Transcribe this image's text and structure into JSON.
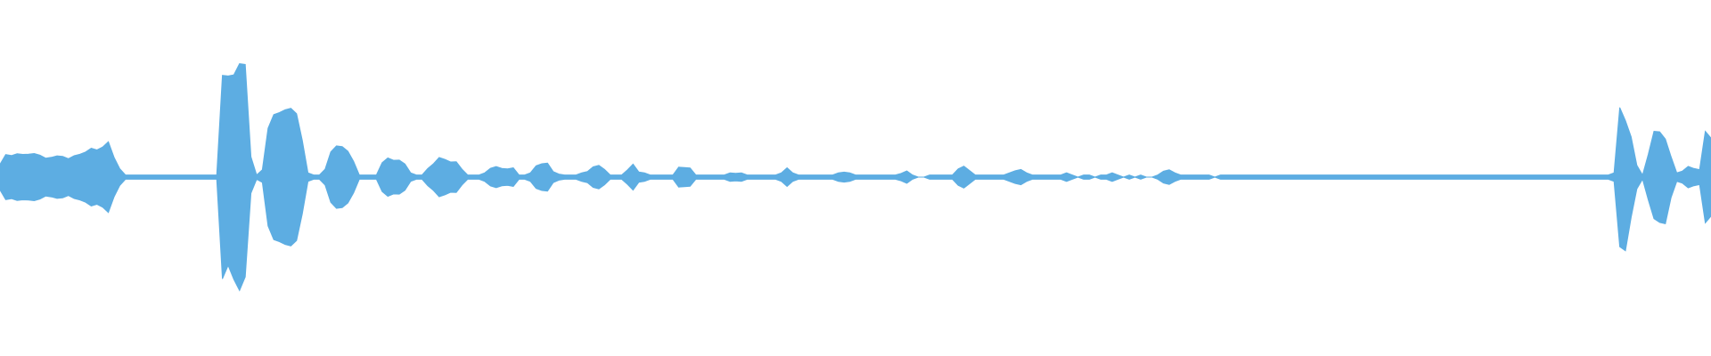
{
  "waveform": {
    "color": "#5dade2",
    "background": "#ffffff",
    "centerline_visible": true,
    "peaks": [
      [
        0.06,
        0.06
      ],
      [
        0.09,
        0.09
      ],
      [
        0.1,
        0.1
      ],
      [
        0.1,
        0.1
      ],
      [
        0.1,
        0.1
      ],
      [
        0.1,
        0.1
      ],
      [
        0.1,
        0.1
      ],
      [
        0.1,
        0.1
      ],
      [
        0.1,
        0.1
      ],
      [
        0.1,
        0.1
      ],
      [
        0.1,
        0.1
      ],
      [
        0.1,
        0.1
      ],
      [
        0.1,
        0.1
      ],
      [
        0.1,
        0.1
      ],
      [
        0.11,
        0.11
      ],
      [
        0.11,
        0.11
      ],
      [
        0.12,
        0.12
      ],
      [
        0.12,
        0.12
      ],
      [
        0.13,
        0.13
      ],
      [
        0.16,
        0.16
      ],
      [
        0.08,
        0.08
      ],
      [
        0.03,
        0.03
      ],
      [
        0.01,
        0.01
      ],
      [
        0.01,
        0.01
      ],
      [
        0.01,
        0.01
      ],
      [
        0.01,
        0.01
      ],
      [
        0.01,
        0.01
      ],
      [
        0.01,
        0.01
      ],
      [
        0.01,
        0.01
      ],
      [
        0.01,
        0.01
      ],
      [
        0.01,
        0.01
      ],
      [
        0.01,
        0.01
      ],
      [
        0.01,
        0.01
      ],
      [
        0.01,
        0.01
      ],
      [
        0.01,
        0.01
      ],
      [
        0.01,
        0.01
      ],
      [
        0.01,
        0.01
      ],
      [
        0.01,
        0.01
      ],
      [
        0.01,
        0.01
      ],
      [
        0.48,
        0.48
      ],
      [
        0.48,
        0.42
      ],
      [
        0.48,
        0.48
      ],
      [
        0.54,
        0.54
      ],
      [
        0.54,
        0.48
      ],
      [
        0.1,
        0.08
      ],
      [
        0.01,
        0.01
      ],
      [
        0.03,
        0.02
      ],
      [
        0.22,
        0.22
      ],
      [
        0.29,
        0.29
      ],
      [
        0.3,
        0.3
      ],
      [
        0.31,
        0.31
      ],
      [
        0.32,
        0.32
      ],
      [
        0.3,
        0.3
      ],
      [
        0.18,
        0.18
      ],
      [
        0.02,
        0.02
      ],
      [
        0.01,
        0.01
      ],
      [
        0.01,
        0.01
      ],
      [
        0.05,
        0.05
      ],
      [
        0.13,
        0.13
      ],
      [
        0.16,
        0.16
      ],
      [
        0.14,
        0.14
      ],
      [
        0.12,
        0.12
      ],
      [
        0.06,
        0.06
      ],
      [
        0.01,
        0.01
      ],
      [
        0.01,
        0.01
      ],
      [
        0.01,
        0.01
      ],
      [
        0.01,
        0.01
      ],
      [
        0.08,
        0.08
      ],
      [
        0.1,
        0.1
      ],
      [
        0.09,
        0.09
      ],
      [
        0.09,
        0.09
      ],
      [
        0.07,
        0.07
      ],
      [
        0.02,
        0.02
      ],
      [
        0.01,
        0.01
      ],
      [
        0.01,
        0.01
      ],
      [
        0.03,
        0.03
      ],
      [
        0.06,
        0.06
      ],
      [
        0.08,
        0.08
      ],
      [
        0.08,
        0.08
      ],
      [
        0.07,
        0.07
      ],
      [
        0.06,
        0.06
      ],
      [
        0.03,
        0.03
      ],
      [
        0.01,
        0.01
      ],
      [
        0.01,
        0.01
      ],
      [
        0.01,
        0.01
      ],
      [
        0.02,
        0.02
      ],
      [
        0.05,
        0.05
      ],
      [
        0.06,
        0.06
      ],
      [
        0.05,
        0.05
      ],
      [
        0.04,
        0.04
      ],
      [
        0.03,
        0.03
      ],
      [
        0.01,
        0.01
      ],
      [
        0.01,
        0.01
      ],
      [
        0.02,
        0.02
      ],
      [
        0.04,
        0.04
      ],
      [
        0.05,
        0.05
      ],
      [
        0.05,
        0.05
      ],
      [
        0.04,
        0.04
      ],
      [
        0.03,
        0.03
      ],
      [
        0.01,
        0.01
      ],
      [
        0.01,
        0.01
      ],
      [
        0.01,
        0.01
      ],
      [
        0.02,
        0.02
      ],
      [
        0.04,
        0.04
      ],
      [
        0.04,
        0.04
      ],
      [
        0.04,
        0.04
      ],
      [
        0.03,
        0.03
      ],
      [
        0.01,
        0.01
      ],
      [
        0.01,
        0.01
      ],
      [
        0.01,
        0.01
      ],
      [
        0.03,
        0.03
      ],
      [
        0.05,
        0.05
      ],
      [
        0.04,
        0.04
      ],
      [
        0.02,
        0.02
      ],
      [
        0.01,
        0.01
      ],
      [
        0.01,
        0.01
      ],
      [
        0.01,
        0.01
      ],
      [
        0.01,
        0.01
      ],
      [
        0.01,
        0.01
      ],
      [
        0.03,
        0.03
      ],
      [
        0.04,
        0.04
      ],
      [
        0.03,
        0.03
      ],
      [
        0.01,
        0.01
      ],
      [
        0.01,
        0.01
      ],
      [
        0.01,
        0.01
      ],
      [
        0.01,
        0.01
      ],
      [
        0.01,
        0.01
      ],
      [
        0.01,
        0.01
      ],
      [
        0.02,
        0.02
      ],
      [
        0.03,
        0.03
      ],
      [
        0.02,
        0.02
      ],
      [
        0.01,
        0.01
      ],
      [
        0.01,
        0.01
      ],
      [
        0.01,
        0.01
      ],
      [
        0.01,
        0.01
      ],
      [
        0.01,
        0.01
      ],
      [
        0.01,
        0.01
      ],
      [
        0.02,
        0.02
      ],
      [
        0.03,
        0.03
      ],
      [
        0.02,
        0.02
      ],
      [
        0.01,
        0.01
      ],
      [
        0.01,
        0.01
      ],
      [
        0.01,
        0.01
      ],
      [
        0.01,
        0.01
      ],
      [
        0.01,
        0.01
      ],
      [
        0.01,
        0.01
      ],
      [
        0.01,
        0.01
      ],
      [
        0.02,
        0.02
      ],
      [
        0.03,
        0.03
      ],
      [
        0.02,
        0.02
      ],
      [
        0.01,
        0.01
      ],
      [
        0.01,
        0.01
      ],
      [
        0.01,
        0.01
      ],
      [
        0.01,
        0.01
      ],
      [
        0.01,
        0.01
      ],
      [
        0.01,
        0.01
      ],
      [
        0.01,
        0.01
      ],
      [
        0.01,
        0.01
      ],
      [
        0.03,
        0.03
      ],
      [
        0.04,
        0.04
      ],
      [
        0.01,
        0.01
      ],
      [
        0.0,
        0.0
      ],
      [
        0.0,
        0.0
      ],
      [
        0.01,
        0.01
      ],
      [
        0.01,
        0.01
      ],
      [
        0.01,
        0.01
      ],
      [
        0.01,
        0.01
      ],
      [
        0.01,
        0.01
      ],
      [
        0.03,
        0.03
      ],
      [
        0.04,
        0.04
      ],
      [
        0.03,
        0.03
      ],
      [
        0.01,
        0.01
      ],
      [
        0.01,
        0.01
      ],
      [
        0.01,
        0.01
      ],
      [
        0.01,
        0.01
      ],
      [
        0.01,
        0.01
      ],
      [
        0.01,
        0.01
      ],
      [
        0.02,
        0.02
      ],
      [
        0.03,
        0.03
      ],
      [
        0.03,
        0.03
      ],
      [
        0.02,
        0.02
      ],
      [
        0.01,
        0.01
      ],
      [
        0.01,
        0.01
      ],
      [
        0.01,
        0.01
      ],
      [
        0.01,
        0.01
      ],
      [
        0.01,
        0.01
      ],
      [
        0.01,
        0.01
      ],
      [
        0.02,
        0.02
      ],
      [
        0.01,
        0.01
      ],
      [
        0.0,
        0.0
      ],
      [
        0.01,
        0.01
      ],
      [
        0.01,
        0.01
      ],
      [
        0.0,
        0.0
      ],
      [
        0.01,
        0.01
      ],
      [
        0.01,
        0.01
      ],
      [
        0.02,
        0.02
      ],
      [
        0.01,
        0.01
      ],
      [
        0.0,
        0.0
      ],
      [
        0.01,
        0.01
      ],
      [
        0.0,
        0.0
      ],
      [
        0.01,
        0.01
      ],
      [
        0.0,
        0.0
      ],
      [
        0.0,
        0.0
      ],
      [
        0.01,
        0.01
      ],
      [
        0.03,
        0.03
      ],
      [
        0.04,
        0.04
      ],
      [
        0.02,
        0.02
      ],
      [
        0.01,
        0.01
      ],
      [
        0.01,
        0.01
      ],
      [
        0.01,
        0.01
      ],
      [
        0.01,
        0.01
      ],
      [
        0.01,
        0.01
      ],
      [
        0.01,
        0.01
      ],
      [
        0.0,
        0.0
      ],
      [
        0.01,
        0.01
      ],
      [
        0.01,
        0.01
      ],
      [
        0.01,
        0.01
      ],
      [
        0.01,
        0.01
      ],
      [
        0.01,
        0.01
      ],
      [
        0.01,
        0.01
      ],
      [
        0.01,
        0.01
      ],
      [
        0.01,
        0.01
      ],
      [
        0.01,
        0.01
      ],
      [
        0.01,
        0.01
      ],
      [
        0.01,
        0.01
      ],
      [
        0.01,
        0.01
      ],
      [
        0.01,
        0.01
      ],
      [
        0.01,
        0.01
      ],
      [
        0.01,
        0.01
      ],
      [
        0.01,
        0.01
      ],
      [
        0.01,
        0.01
      ],
      [
        0.01,
        0.01
      ],
      [
        0.01,
        0.01
      ],
      [
        0.01,
        0.01
      ],
      [
        0.01,
        0.01
      ],
      [
        0.01,
        0.01
      ],
      [
        0.01,
        0.01
      ],
      [
        0.01,
        0.01
      ],
      [
        0.01,
        0.01
      ],
      [
        0.01,
        0.01
      ],
      [
        0.01,
        0.01
      ],
      [
        0.01,
        0.01
      ],
      [
        0.01,
        0.01
      ],
      [
        0.01,
        0.01
      ],
      [
        0.01,
        0.01
      ],
      [
        0.01,
        0.01
      ],
      [
        0.01,
        0.01
      ],
      [
        0.01,
        0.01
      ],
      [
        0.01,
        0.01
      ],
      [
        0.01,
        0.01
      ],
      [
        0.01,
        0.01
      ],
      [
        0.01,
        0.01
      ],
      [
        0.01,
        0.01
      ],
      [
        0.01,
        0.01
      ],
      [
        0.01,
        0.01
      ],
      [
        0.01,
        0.01
      ],
      [
        0.01,
        0.01
      ],
      [
        0.01,
        0.01
      ],
      [
        0.01,
        0.01
      ],
      [
        0.01,
        0.01
      ],
      [
        0.01,
        0.01
      ],
      [
        0.01,
        0.01
      ],
      [
        0.01,
        0.01
      ],
      [
        0.01,
        0.01
      ],
      [
        0.01,
        0.01
      ],
      [
        0.01,
        0.01
      ],
      [
        0.01,
        0.01
      ],
      [
        0.01,
        0.01
      ],
      [
        0.01,
        0.01
      ],
      [
        0.01,
        0.01
      ],
      [
        0.01,
        0.01
      ],
      [
        0.01,
        0.01
      ],
      [
        0.01,
        0.01
      ],
      [
        0.01,
        0.01
      ],
      [
        0.01,
        0.01
      ],
      [
        0.01,
        0.01
      ],
      [
        0.01,
        0.01
      ],
      [
        0.01,
        0.01
      ],
      [
        0.01,
        0.01
      ],
      [
        0.01,
        0.01
      ],
      [
        0.01,
        0.01
      ],
      [
        0.01,
        0.01
      ],
      [
        0.01,
        0.01
      ],
      [
        0.02,
        0.02
      ],
      [
        0.32,
        0.32
      ],
      [
        0.25,
        0.33
      ],
      [
        0.18,
        0.18
      ],
      [
        0.05,
        0.05
      ],
      [
        0.01,
        0.01
      ],
      [
        0.1,
        0.1
      ],
      [
        0.22,
        0.2
      ],
      [
        0.22,
        0.22
      ],
      [
        0.18,
        0.22
      ],
      [
        0.1,
        0.1
      ],
      [
        0.02,
        0.02
      ],
      [
        0.04,
        0.04
      ],
      [
        0.05,
        0.05
      ],
      [
        0.04,
        0.04
      ],
      [
        0.03,
        0.03
      ],
      [
        0.2,
        0.2
      ],
      [
        0.18,
        0.18
      ]
    ]
  }
}
